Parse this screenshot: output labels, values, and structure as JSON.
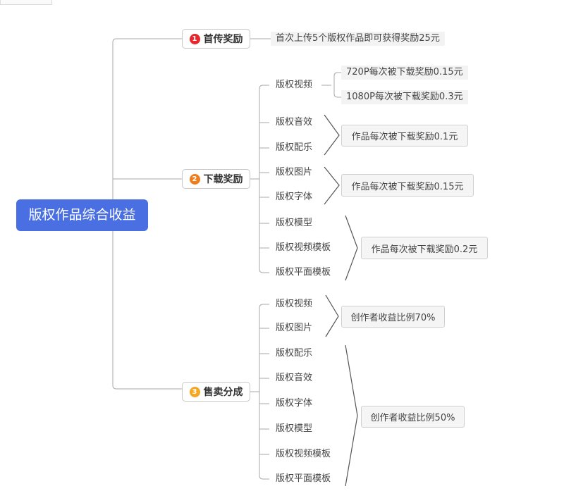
{
  "root": {
    "label": "版权作品综合收益"
  },
  "branches": [
    {
      "index": "1",
      "label": "首传奖励",
      "badge_color": "#e8262b",
      "note": "首次上传5个版权作品即可获得奖励25元"
    },
    {
      "index": "2",
      "label": "下载奖励",
      "badge_color": "#f07d1a",
      "items": [
        "版权视频",
        "版权音效",
        "版权配乐",
        "版权图片",
        "版权字体",
        "版权模型",
        "版权视频模板",
        "版权平面模板"
      ],
      "video_details": [
        "720P每次被下载奖励0.15元",
        "1080P每次被下载奖励0.3元"
      ],
      "rewards": [
        "作品每次被下载奖励0.1元",
        "作品每次被下载奖励0.15元",
        "作品每次被下载奖励0.2元"
      ]
    },
    {
      "index": "3",
      "label": "售卖分成",
      "badge_color": "#f5a623",
      "items": [
        "版权视频",
        "版权图片",
        "版权配乐",
        "版权音效",
        "版权字体",
        "版权模型",
        "版权视频模板",
        "版权平面模板"
      ],
      "shares": [
        "创作者收益比例70%",
        "创作者收益比例50%"
      ]
    }
  ],
  "colors": {
    "root_bg": "#4a6fe3",
    "line": "#a8a8a8",
    "bracket": "#555555"
  }
}
